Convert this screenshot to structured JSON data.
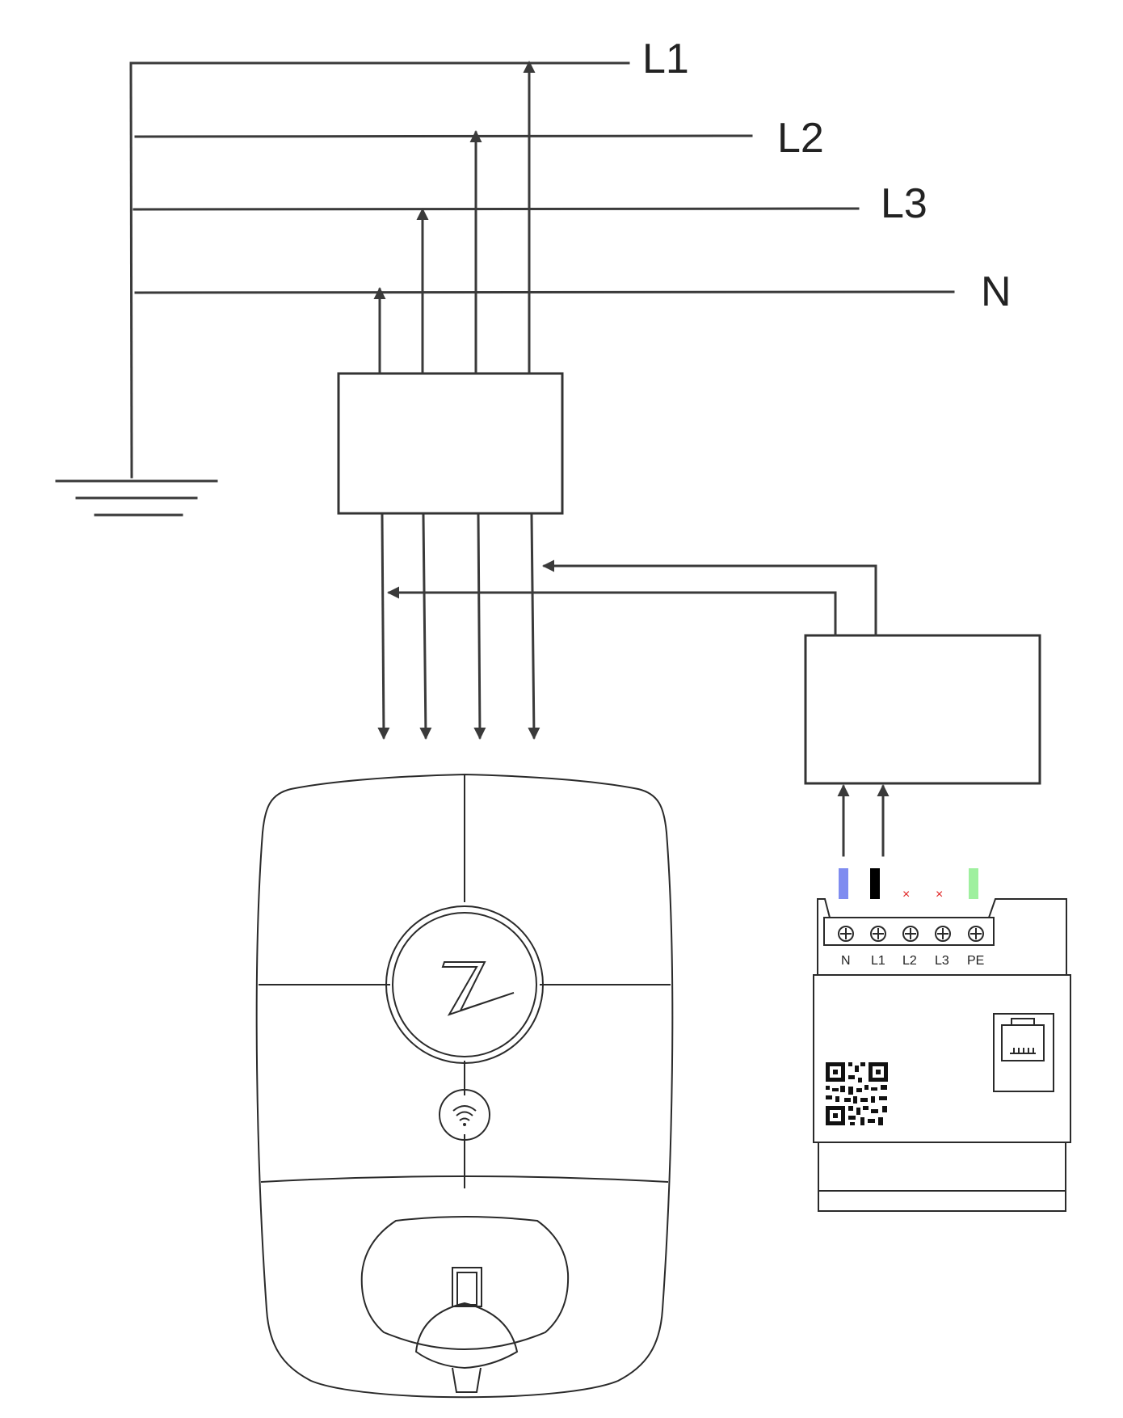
{
  "supply": {
    "lines": [
      {
        "id": "l1",
        "label": "L1"
      },
      {
        "id": "l2",
        "label": "L2"
      },
      {
        "id": "l3",
        "label": "L3"
      },
      {
        "id": "n",
        "label": "N"
      }
    ]
  },
  "meter": {
    "terminals": [
      {
        "label": "N",
        "wire_color": "#7f8cf0",
        "connected": true
      },
      {
        "label": "L1",
        "wire_color": "#000000",
        "connected": true
      },
      {
        "label": "L2",
        "wire_color": "#e02020",
        "connected": false
      },
      {
        "label": "L3",
        "wire_color": "#e02020",
        "connected": false
      },
      {
        "label": "PE",
        "wire_color": "#9ff09f",
        "connected": true
      }
    ]
  },
  "colors": {
    "line": "#3a3a3a",
    "neutral_wire": "#7f8cf0",
    "phase_wire": "#000000",
    "earth_wire": "#9ff09f",
    "not_connected_mark": "#e02020"
  }
}
